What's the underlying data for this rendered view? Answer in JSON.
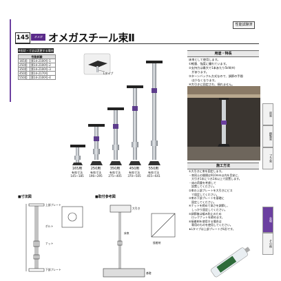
{
  "header": {
    "badge": "性能試験済",
    "page_number": "145",
    "brand_tag": "オメガ",
    "title": "オメガスチール束Ⅱ"
  },
  "spec_table": {
    "caption": "※形状・寸法は変更する場合があります",
    "headers": [
      "性能試験",
      ""
    ],
    "rows": [
      [
        "165用",
        "第14-2100号-1"
      ],
      [
        "250用",
        "第14-2100号-2"
      ],
      [
        "350用",
        "第14-2100号-3"
      ],
      [
        "450用",
        "第14-2170号"
      ],
      [
        "550用",
        "第14-2100号-4"
      ]
    ]
  },
  "photo": {
    "callout": "Lタイプ",
    "jacks": [
      {
        "name": "165用",
        "size": "有効寸法",
        "range": "145〜185"
      },
      {
        "name": "250用",
        "size": "有効寸法",
        "range": "196〜295"
      },
      {
        "name": "350用",
        "size": "有効寸法",
        "range": "275〜405"
      },
      {
        "name": "450用",
        "size": "有効寸法",
        "range": "370〜505"
      },
      {
        "name": "550用",
        "size": "有効寸法",
        "range": "455〜641"
      }
    ]
  },
  "use_section": {
    "heading": "用途・特長",
    "lines": [
      "床束として使用します。",
      "①軽量、強度に優れています。",
      "②支持力は最大で1本あたり5kN(※)",
      "　があります。",
      "③ターンバックル方式なので、調節の手間",
      "　は少なくなります。",
      "④大引きに固定され、揺れません。"
    ]
  },
  "method_section": {
    "heading": "施工方法",
    "lines": [
      "①大引きに束を固定します。",
      "・束同士の間隔は910mm以内を目安に、",
      "　大引き1本につき2本以上で設置します。",
      "・床の荷重を考慮して",
      "　設置してください。",
      "②束の上部プレートを大引きにビス",
      "　で固定してください。",
      "③束の下部プレートを基礎に",
      "　固定してください。",
      "④ナットを締めて高さを調節し、",
      "　しっかり固定してください。",
      "⑤調節後は緩み防止のため",
      "　ロックナットを締めます。",
      "⑥接着剤を使用する場合は",
      "　専用のものを使用してください。",
      "★Lタイプは上部プレートがL形です。"
    ]
  },
  "bottom": {
    "dim_heading": "■寸法図",
    "ex_heading": "■取付参考図",
    "dim_labels": [
      "上部プレート",
      "ボルト",
      "ナット",
      "下部プレート"
    ],
    "ex_labels": [
      "大引き",
      "床束",
      "基礎",
      "接着剤"
    ]
  },
  "side_tabs": [
    "床束",
    "鋼製束",
    "プラ束",
    "金物",
    "その他"
  ],
  "colors": {
    "accent": "#6b3fa0",
    "dark": "#2a2a2a"
  }
}
